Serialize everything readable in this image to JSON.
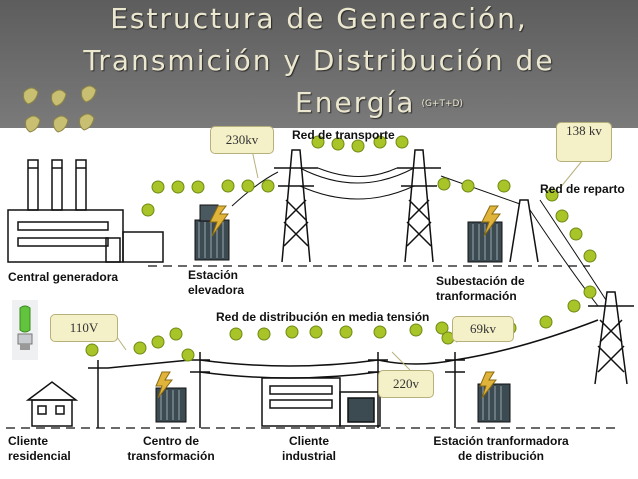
{
  "title": {
    "line1": "Estructura de Generación,",
    "line2": "Transmición y Distribución  de",
    "line3": "Energía",
    "line3_suffix": "(G+T+D)"
  },
  "callouts": {
    "kv230": "230kv",
    "kv138": "138 kv",
    "v110": "110V",
    "kv69": "69kv",
    "v220": "220v"
  },
  "labels": {
    "red_transporte": "Red de transporte",
    "red_reparto": "Red de reparto",
    "central": "Central generadora",
    "estacion_elevadora": "Estación elevadora",
    "subestacion": "Subestación de tranformación",
    "red_media": "Red de distribución en media tensión",
    "cliente_residencial": "Cliente residencial",
    "centro_transformacion": "Centro de transformación",
    "cliente_industrial": "Cliente industrial",
    "estacion_distribucion": "Estación tranformadora de distribución"
  },
  "colors": {
    "header_bg": "#6a6a6a",
    "title_text": "#ece7cf",
    "bead": "#a8c428",
    "callout_bg": "#f4f0c8"
  }
}
